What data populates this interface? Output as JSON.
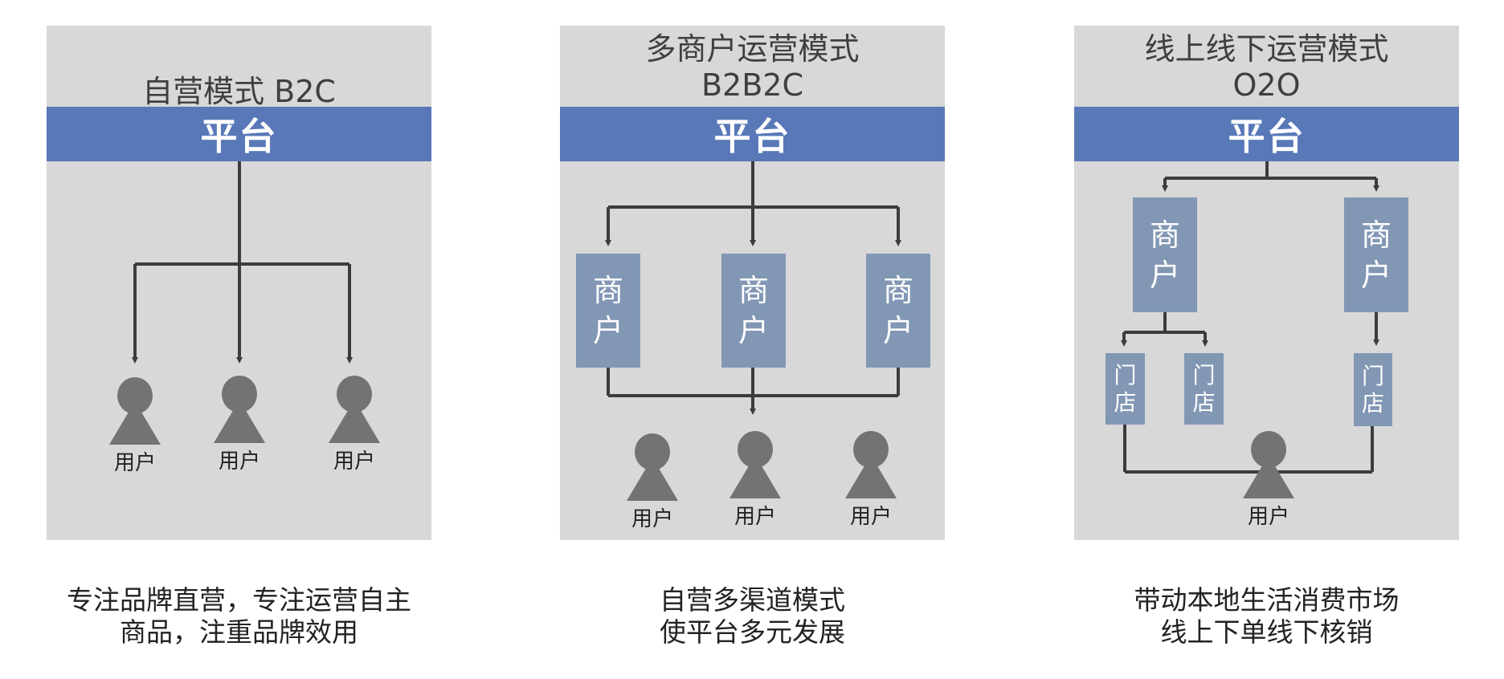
{
  "panels": [
    {
      "title_lines": [
        "自营模式 B2C"
      ],
      "platform_label": "平台",
      "merchants": [],
      "stores": [],
      "users": [
        "用户",
        "用户",
        "用户"
      ],
      "caption_lines": [
        "专注品牌直营，专注运营自主",
        "商品，注重品牌效用"
      ]
    },
    {
      "title_lines": [
        "多商户运营模式",
        "B2B2C"
      ],
      "platform_label": "平台",
      "merchants": [
        "商户",
        "商户",
        "商户"
      ],
      "stores": [],
      "users": [
        "用户",
        "用户",
        "用户"
      ],
      "caption_lines": [
        "自营多渠道模式",
        "使平台多元发展"
      ]
    },
    {
      "title_lines": [
        "线上线下运营模式",
        "O2O"
      ],
      "platform_label": "平台",
      "merchants": [
        "商户",
        "商户"
      ],
      "stores": [
        "门店",
        "门店",
        "门店"
      ],
      "users": [
        "用户"
      ],
      "caption_lines": [
        "带动本地生活消费市场",
        "线上下单线下核销"
      ]
    }
  ],
  "colors": {
    "panel_bg": "#d8d8d8",
    "platform_bar": "#5878b8",
    "merchant_box": "#8197b4",
    "user_icon": "#737373",
    "connector": "#3c3c3c"
  }
}
